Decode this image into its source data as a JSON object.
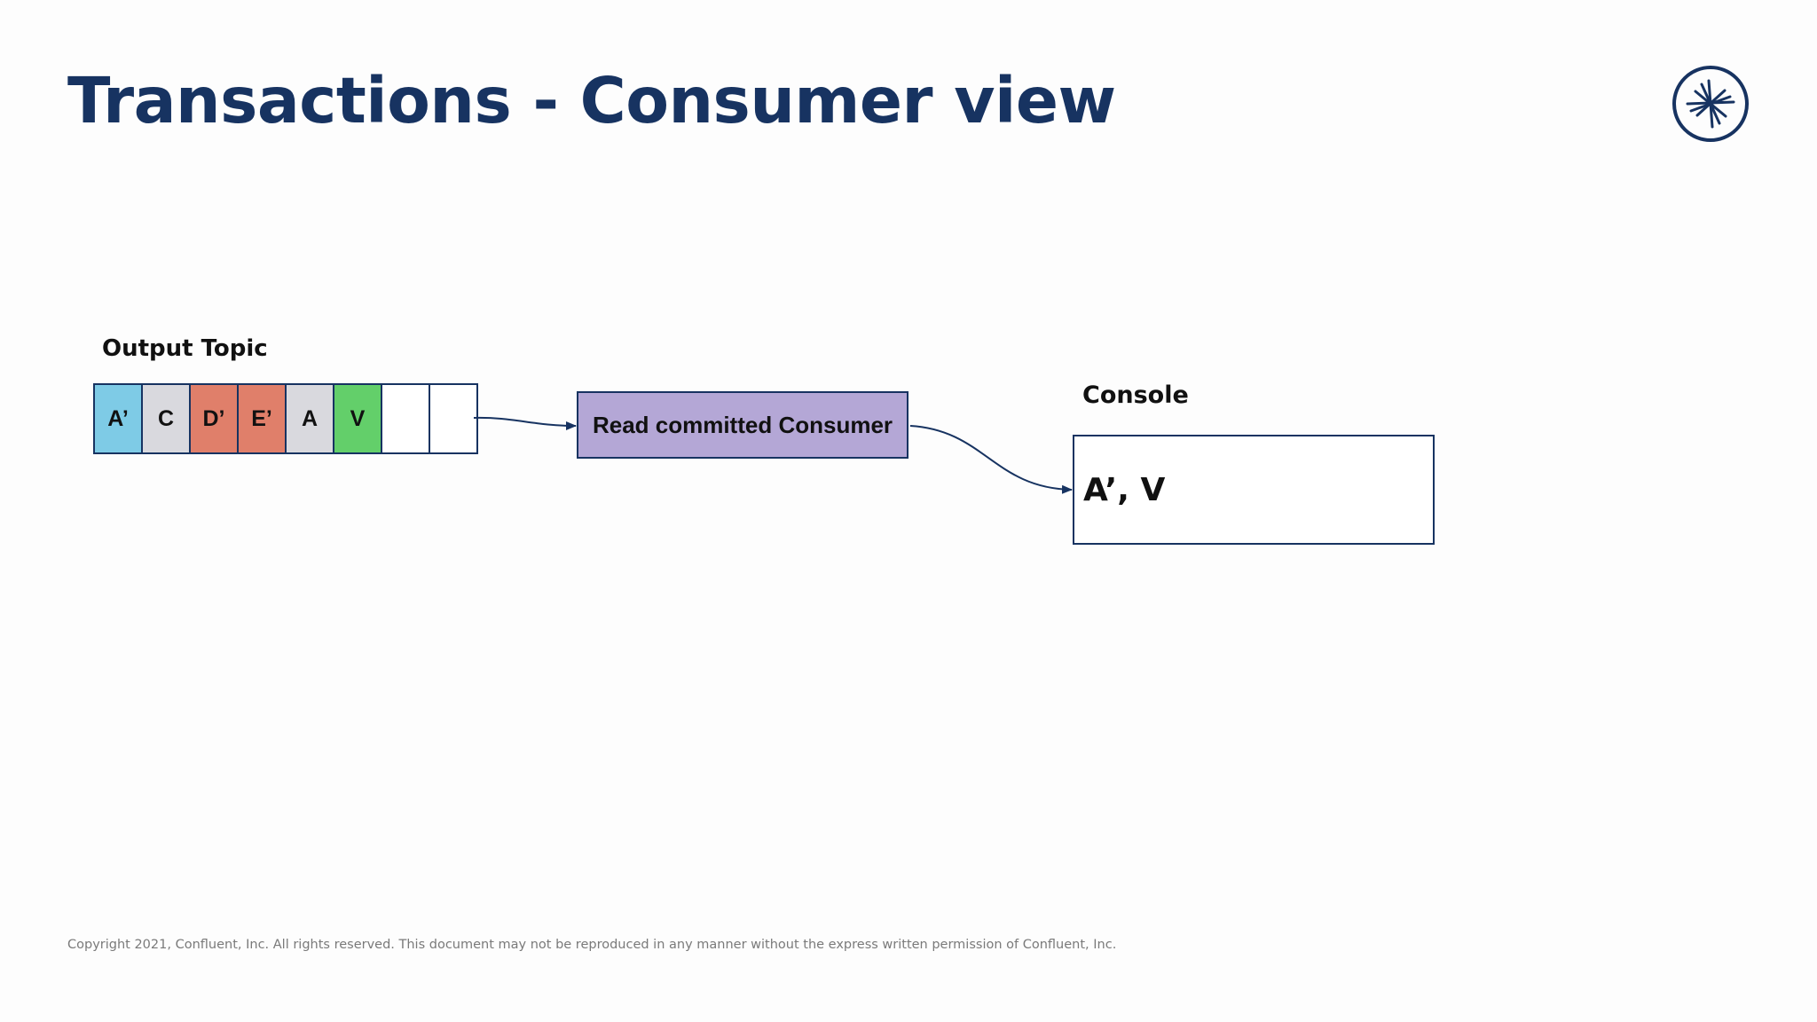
{
  "slide": {
    "title": "Transactions - Consumer view",
    "copyright": "Copyright 2021, Confluent, Inc. All rights reserved. This document may not be reproduced in any manner without the express written permission of Confluent, Inc."
  },
  "logo": {
    "icon": "confluent-logo-icon",
    "color": "#173361"
  },
  "output_topic": {
    "label": "Output Topic",
    "cells": [
      {
        "text": "A’",
        "color": "#7ecbe6"
      },
      {
        "text": "C",
        "color": "#d9d9de"
      },
      {
        "text": "D’",
        "color": "#e07f6a"
      },
      {
        "text": "E’",
        "color": "#e07f6a"
      },
      {
        "text": "A",
        "color": "#d9d9de"
      },
      {
        "text": "V",
        "color": "#63cf6a"
      },
      {
        "text": "",
        "color": "#ffffff"
      },
      {
        "text": "",
        "color": "#ffffff"
      }
    ]
  },
  "consumer": {
    "label": "Read committed Consumer",
    "color": "#b4a7d6"
  },
  "console": {
    "label": "Console",
    "output": "A’, V"
  },
  "colors": {
    "accent": "#173361"
  }
}
